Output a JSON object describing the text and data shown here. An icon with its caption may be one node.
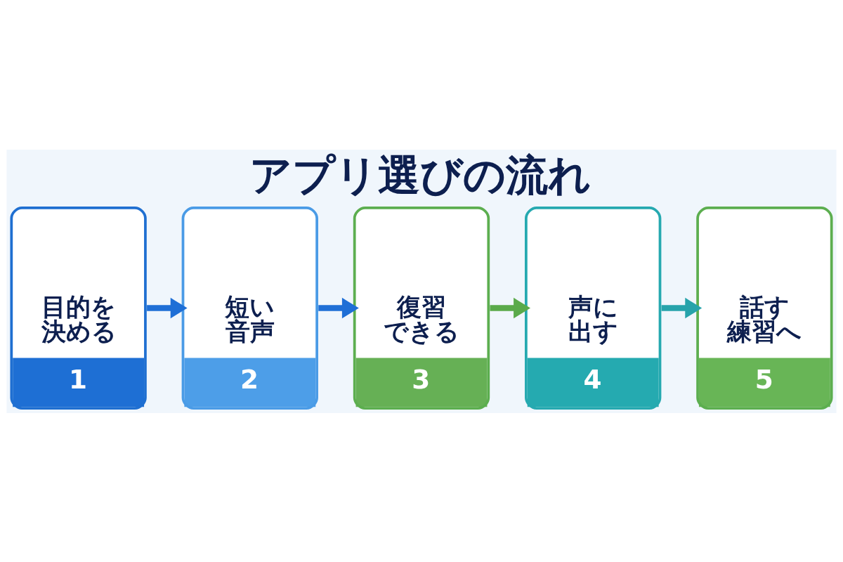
{
  "diagram": {
    "title": "アプリ選びの流れ",
    "nodes": [
      {
        "text": [
          "目的を決める",
          "1"
        ]
      },
      {
        "text": [
          "短い音声",
          "2"
        ]
      },
      {
        "text": [
          "復習できる",
          "3"
        ]
      },
      {
        "text": [
          "声に出す",
          "4"
        ]
      },
      {
        "text": [
          "話す練習へ",
          "5"
        ]
      }
    ],
    "edges": [
      {
        "from": 0,
        "to": 1,
        "arrow": "to"
      },
      {
        "from": 1,
        "to": 2,
        "arrow": "to"
      },
      {
        "from": 2,
        "to": 3,
        "arrow": "to",
        "color": "#5aaa4a"
      },
      {
        "from": 3,
        "to": 4,
        "arrow": "to",
        "color": "#27a3ab"
      }
    ]
  }
}
